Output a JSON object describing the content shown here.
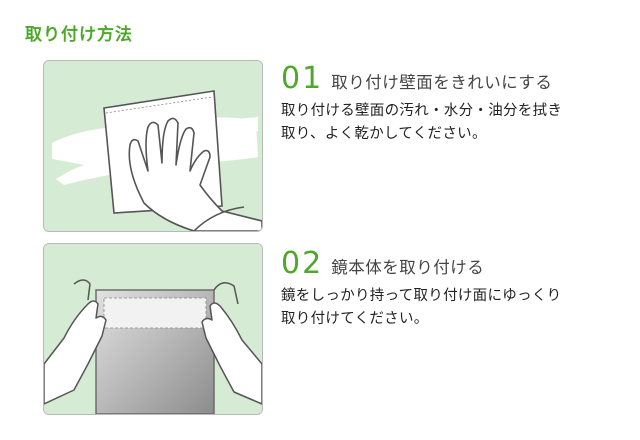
{
  "heading": "取り付け方法",
  "steps": [
    {
      "number": "01",
      "title": "取り付け壁面をきれいにする",
      "lines": [
        "取り付ける壁面の汚れ・水分・油分を拭き",
        "取り、よく乾かしてください。"
      ]
    },
    {
      "number": "02",
      "title": "鏡本体を取り付ける",
      "lines": [
        "鏡をしっかり持って取り付け面にゆっくり",
        "取り付けてください。"
      ]
    }
  ],
  "colors": {
    "accent": "#4ea82a",
    "panel_bg": "#d6ebd3",
    "border": "#b9b9b9"
  },
  "icons": [
    "wiping-hand-cloth-illustration",
    "mirror-mounting-hands-illustration"
  ]
}
